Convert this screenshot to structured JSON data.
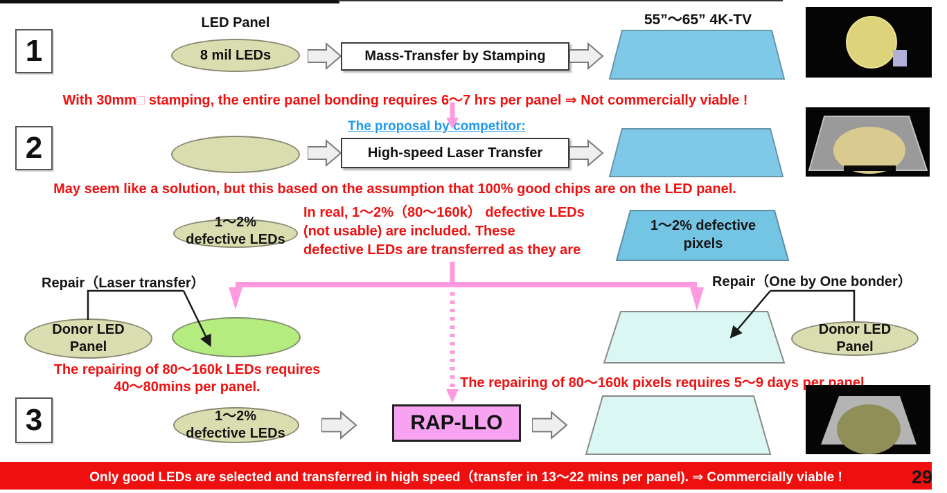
{
  "slide": {
    "row1": {
      "number": "1",
      "panel_label": "LED  Panel",
      "ellipse_label": "8 mil LEDs",
      "process_label": "Mass-Transfer by Stamping",
      "tv_label": "55”～65”  4K-TV",
      "note_prefix": "With 30mm",
      "note_square": "□",
      "note_suffix": " stamping, the entire panel bonding requires 6～7 hrs per panel  ⇒  Not commercially viable !"
    },
    "row2": {
      "number": "2",
      "heading": "The proposal by competitor:",
      "process_label": "High-speed Laser Transfer",
      "note": "May seem like a solution, but this based on the assumption that 100% good chips are on the LED panel."
    },
    "middle": {
      "ellipse_line1": "1～2%",
      "ellipse_line2": "defective LEDs",
      "note_line1": "In real, 1～2%（80～160k） defective LEDs",
      "note_line2": "(not usable) are included.  These",
      "note_line3": "defective LEDs are transferred as they are",
      "trapezoid_line1": "1～2% defective",
      "trapezoid_line2": "pixels"
    },
    "repair_left": {
      "title": "Repair（Laser transfer）",
      "donor_line1": "Donor LED",
      "donor_line2": "Panel",
      "note_line1": "The repairing of 80～160k LEDs requires",
      "note_line2": "40～80mins per panel."
    },
    "repair_right": {
      "title": "Repair（One by One bonder）",
      "donor_line1": "Donor LED",
      "donor_line2": "Panel",
      "note": "The repairing of 80～160k pixels requires 5～9 days per panel."
    },
    "row3": {
      "number": "3",
      "ellipse_line1": "1～2%",
      "ellipse_line2": "defective LEDs",
      "process_label": "RAP-LLO"
    },
    "banner": {
      "text": "Only good LEDs are selected and transferred in high speed（transfer in 13～22 mins per panel). ⇒  Commercially viable !",
      "page_number": "29"
    },
    "colors": {
      "red_text": "#ee1111",
      "blue_heading": "#2299ee",
      "banner_bg": "#ee0f0f",
      "pink_arrow": "#ff9ae0",
      "olive_fill": "#d9ddb0",
      "green_fill": "#b4ec80",
      "sky_blue_fill": "#7ec9e8",
      "pale_cyan_fill": "#dbf7f3",
      "rap_llo_fill": "#f8a2f2"
    }
  }
}
